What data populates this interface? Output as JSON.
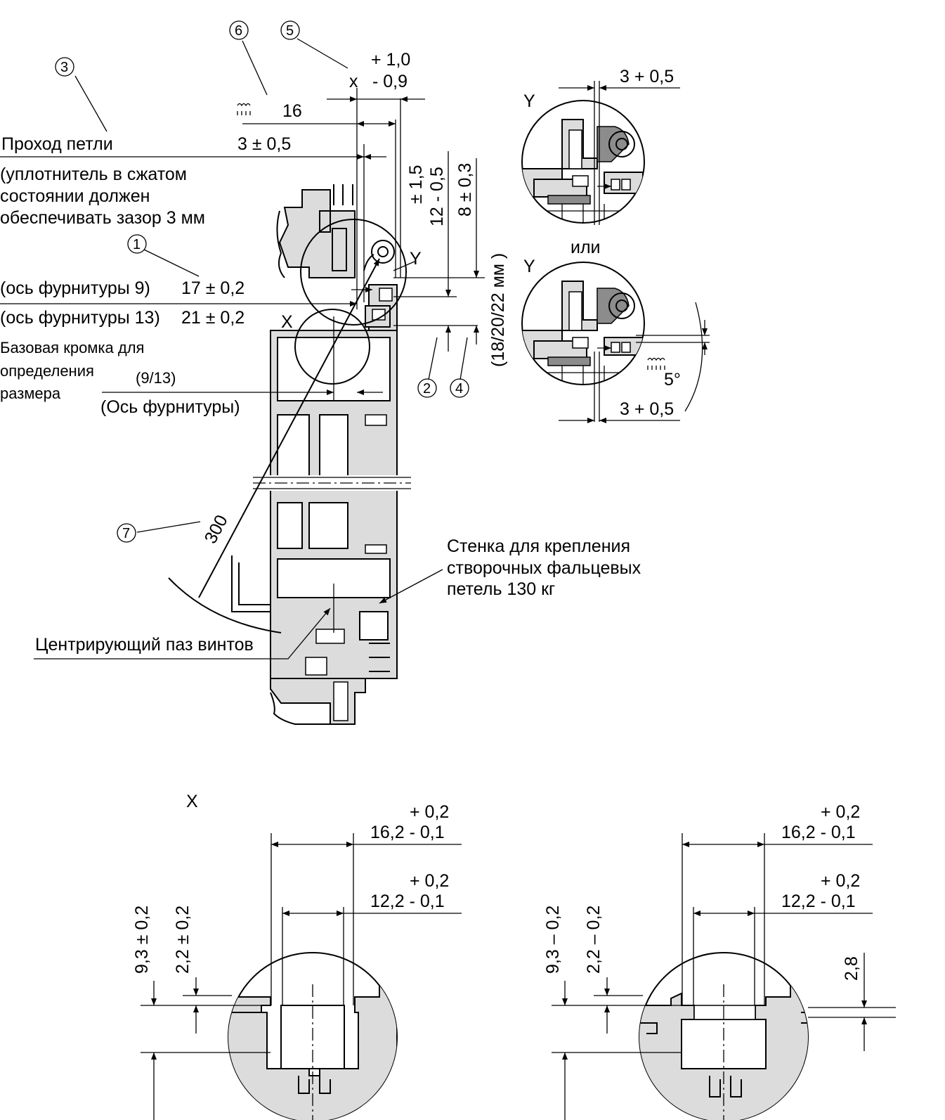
{
  "callouts": [
    "1",
    "2",
    "3",
    "4",
    "5",
    "6",
    "7"
  ],
  "labels": {
    "hinge_pass": "Проход петли",
    "seal_line1": "(уплотнитель в сжатом",
    "seal_line2": "состоянии должен",
    "seal_line3": "обеспечивать зазор 3 мм",
    "axis9": "(ось фурнитуры 9)",
    "axis13": "(ось фурнитуры 13)",
    "base_line1": "Базовая кромка для",
    "base_line2": "определения",
    "base_line3": "размера",
    "base_913": "(9/13)",
    "hw_axis": "(Ось фурнитуры)",
    "wall_line1": "Стенка для крепления",
    "wall_line2": "створочных фальцевых",
    "wall_line3": "петель 130 кг",
    "screw_groove": "Центрирующий паз винтов",
    "or": "или",
    "X": "X",
    "Y": "Y",
    "x_small": "x"
  },
  "dims": {
    "d_plus10": "+ 1,0",
    "d_minus09": "- 0,9",
    "d16": "16",
    "d3pm05": "3 ± 0,5",
    "d17": "17 ± 0,2",
    "d21": "21 ± 0,2",
    "d_pm15": "± 1,5",
    "d12": "12 - 0,5",
    "d8": "8 ± 0,3",
    "d18_20_22": "(18/20/22 мм )",
    "d300": "300",
    "d3p05": "3 + 0,5",
    "d5deg": "5°",
    "dx_p02": "+ 0,2",
    "dx_162": "16,2 -   0,1",
    "dx_122": "12,2 -   0,1",
    "dx_93": "9,3 ± 0,2",
    "dx_22": "2,2 ± 0,2",
    "dz_162": "16,2 -   0,1",
    "dz_122": "12,2 -   0,1",
    "dz_93": "9,3 – 0,2",
    "dz_22": "2,2 – 0,2",
    "dz_28": "2,8"
  },
  "icons": [
    "seal-lip-icon",
    "seal-lip-icon"
  ]
}
